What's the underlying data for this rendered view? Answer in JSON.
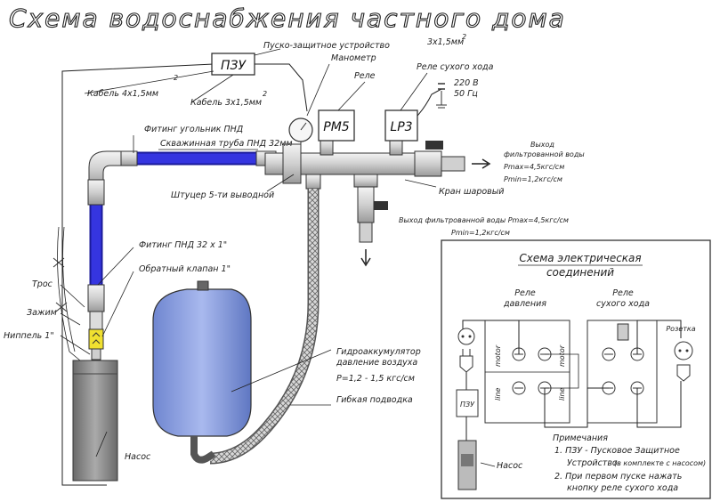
{
  "title": "Схема водоснабжения частного дома",
  "labels": {
    "pzu_device": "Пуско-защитное устройство",
    "cable_4": "Кабель 4х1,5мм",
    "cable_3_left": "Кабель 3х1,5мм",
    "cable_3_top": "3х1,5мм",
    "manometer": "Манометр",
    "relay": "Реле",
    "dry_relay": "Реле сухого хода",
    "voltage": "220 В",
    "freq": "50 Гц",
    "fitting_corner": "Фитинг угольник ПНД",
    "borehole_pipe": "Скважинная труба ПНД 32мм",
    "outlet_top_1": "Выход",
    "outlet_top_2": "фильтрованной воды",
    "outlet_top_3": "Pmax=4,5кгс/см",
    "outlet_top_4": "Pmin=1,2кгс/см",
    "fitting_5": "Штуцер 5-ти выводной",
    "ball_valve": "Кран шаровый",
    "outlet_bottom_1": "Выход фильтрованной воды Pmax=4,5кгс/см",
    "outlet_bottom_2": "Pmin=1,2кгс/см",
    "fitting_pnd": "Фитинг ПНД 32 х 1\"",
    "check_valve": "Обратный клапан 1\"",
    "rope": "Трос",
    "clamp": "Зажим",
    "nipple": "Ниппель 1\"",
    "pump": "Насос",
    "accumulator_1": "Гидроаккумулятор",
    "accumulator_2": "давление воздуха",
    "accumulator_3": "P=1,2 - 1,5 кгс/см",
    "flex_hose": "Гибкая подводка"
  },
  "devices": {
    "pzu": "ПЗУ",
    "rm5": "PM5",
    "lp3": "LP3"
  },
  "electrical": {
    "title_1": "Схема электрическая",
    "title_2": "соединений",
    "pressure_relay_1": "Реле",
    "pressure_relay_2": "давления",
    "dry_relay_1": "Реле",
    "dry_relay_2": "сухого хода",
    "socket": "Розетка",
    "pzu": "ПЗУ",
    "pump": "Насос",
    "motor": "motor",
    "line": "line",
    "notes_title": "Примечания",
    "note_1a": "1. ПЗУ - Пусковое Защитное",
    "note_1b": "Устройство",
    "note_1c": "(в комплекте с насосом)",
    "note_2a": "2. При первом пуске нажать",
    "note_2b": "кнопку реле сухого хода"
  },
  "colors": {
    "pipe_blue": "#2b2bd6",
    "tank": "#8fa3e0",
    "valve_yellow": "#f0e030",
    "pump": "#8a8a8a"
  }
}
